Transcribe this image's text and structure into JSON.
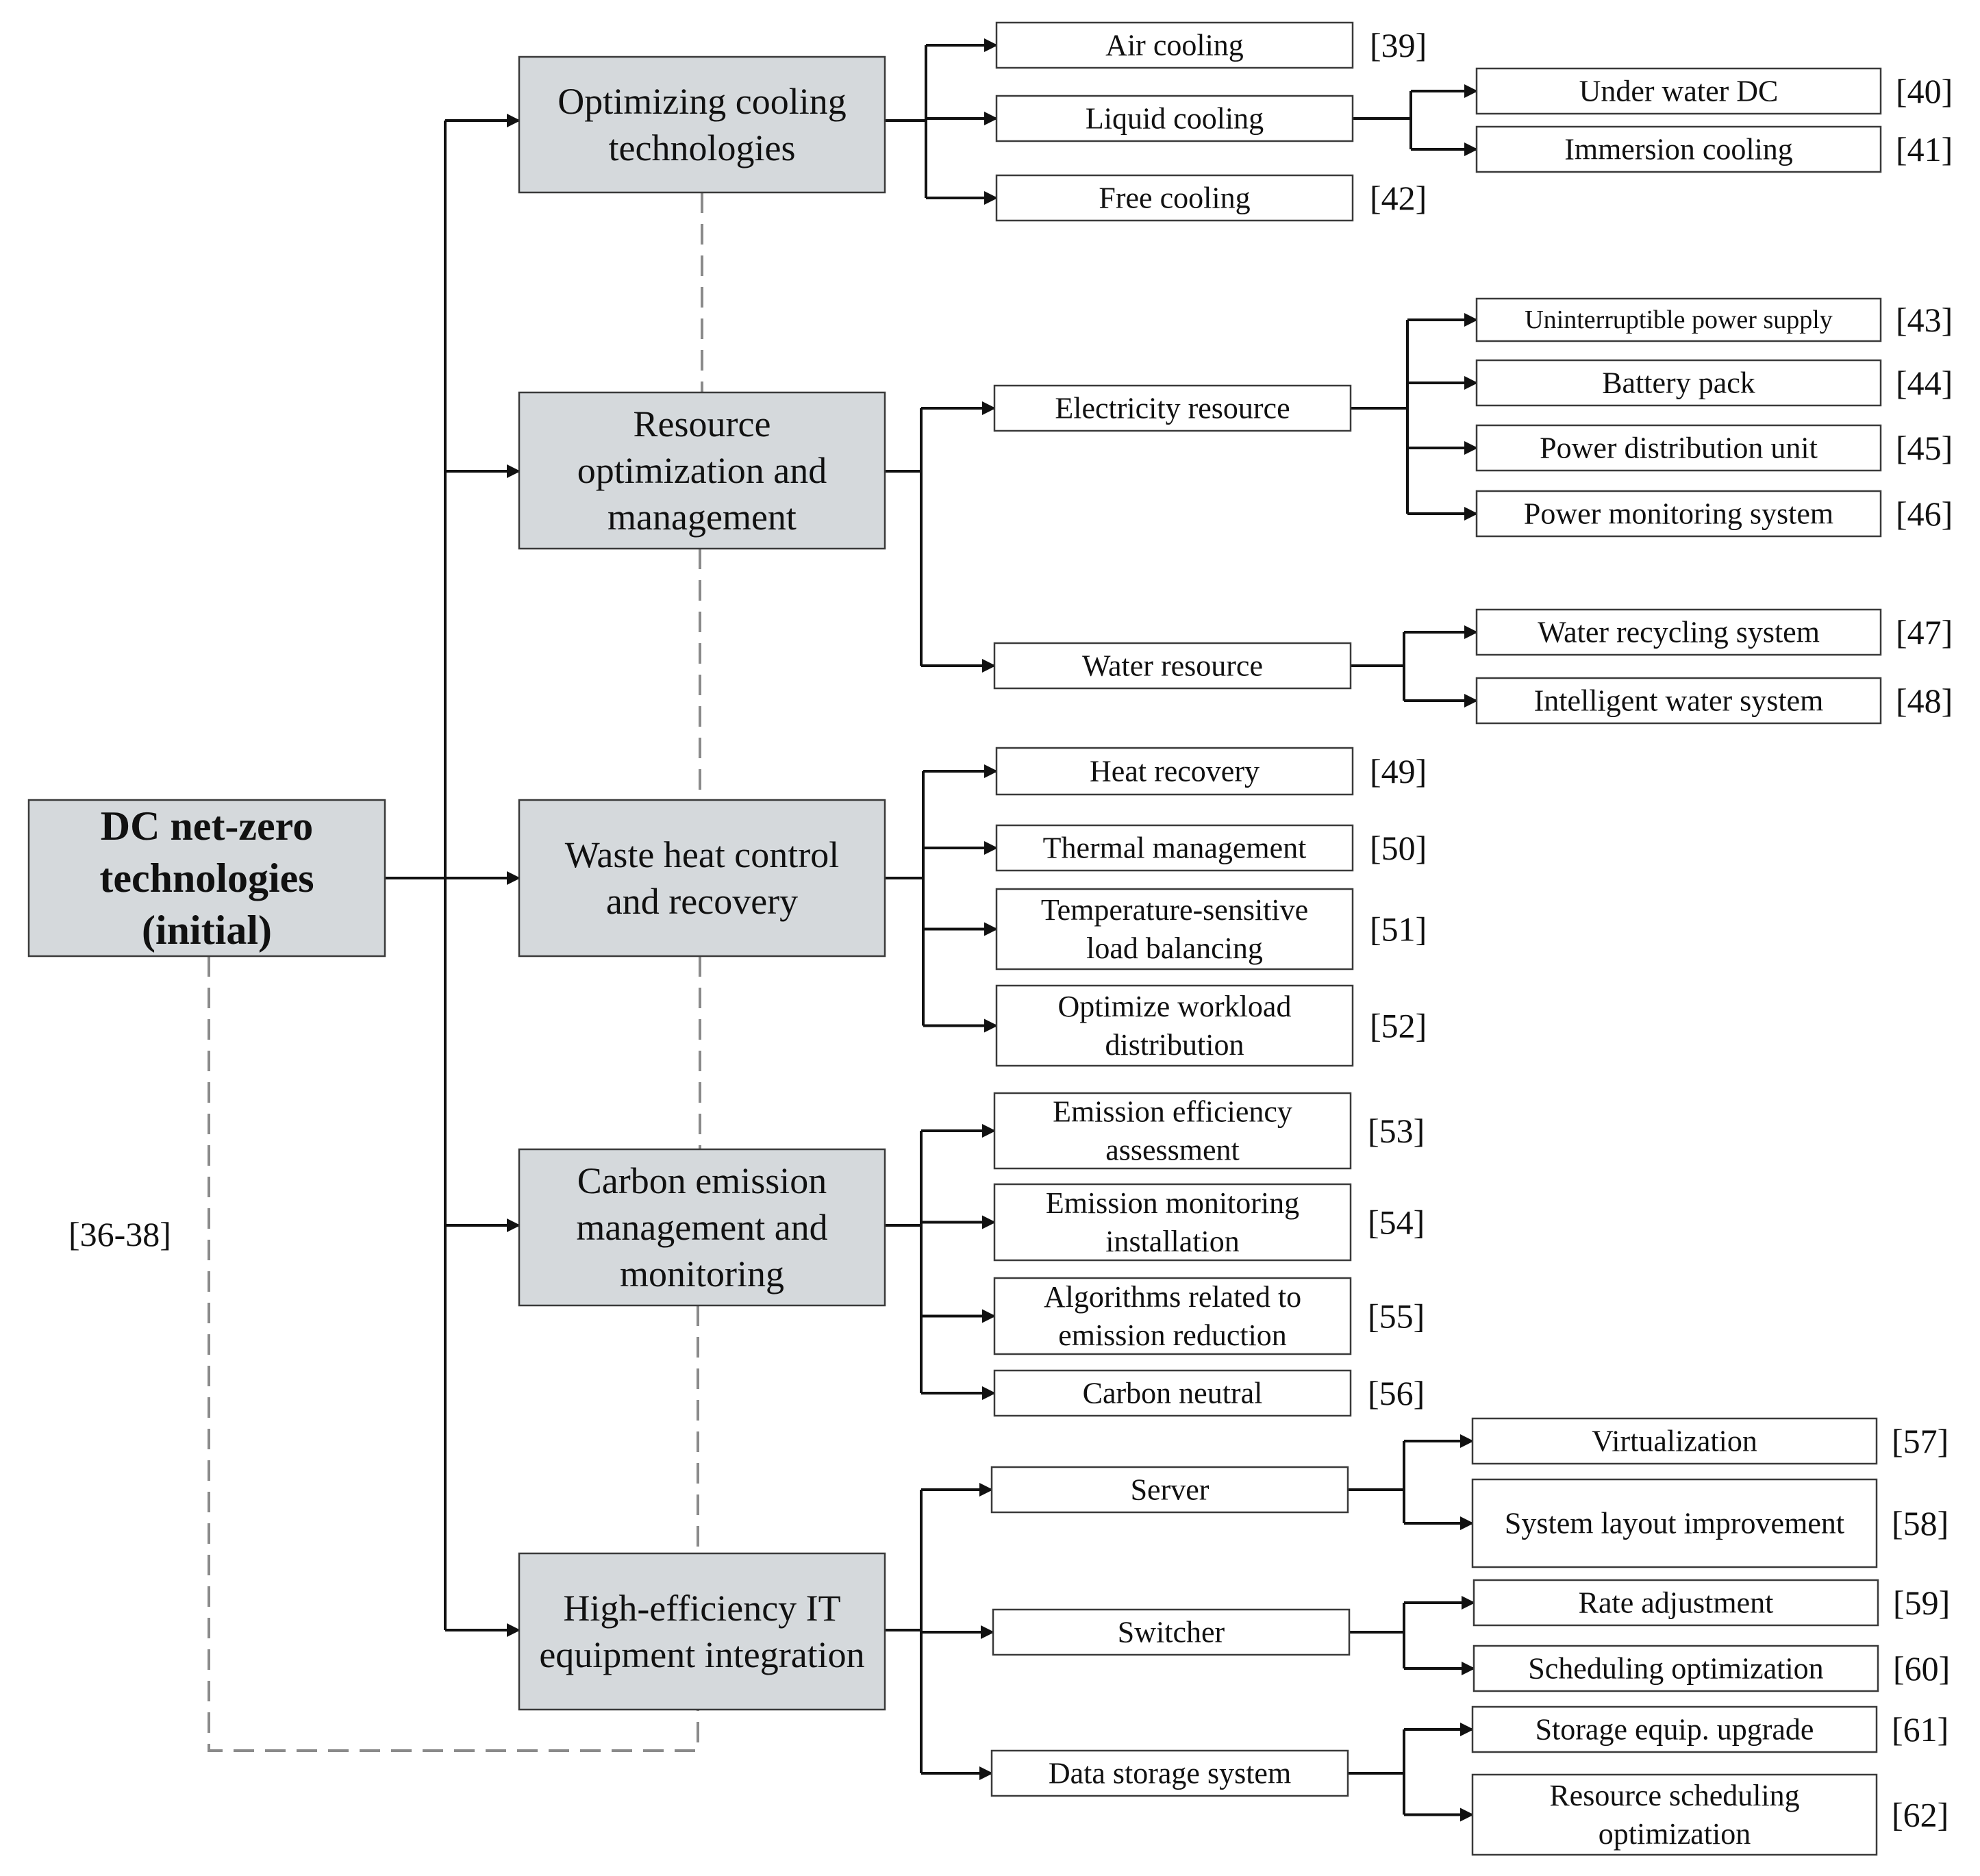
{
  "root": {
    "lines": [
      "DC net-zero",
      "technologies",
      "(initial)"
    ],
    "ref": "[36-38]"
  },
  "categories": [
    {
      "lines": [
        "Optimizing cooling",
        "technologies"
      ],
      "children": [
        {
          "lines": [
            "Air cooling"
          ],
          "ref": "[39]"
        },
        {
          "lines": [
            "Liquid cooling"
          ],
          "children": [
            {
              "lines": [
                "Under water DC"
              ],
              "ref": "[40]"
            },
            {
              "lines": [
                "Immersion cooling"
              ],
              "ref": "[41]"
            }
          ]
        },
        {
          "lines": [
            "Free cooling"
          ],
          "ref": "[42]"
        }
      ]
    },
    {
      "lines": [
        "Resource",
        "optimization and",
        "management"
      ],
      "children": [
        {
          "lines": [
            "Electricity resource"
          ],
          "children": [
            {
              "lines": [
                "Uninterruptible power supply"
              ],
              "ref": "[43]"
            },
            {
              "lines": [
                "Battery pack"
              ],
              "ref": "[44]"
            },
            {
              "lines": [
                "Power distribution unit"
              ],
              "ref": "[45]"
            },
            {
              "lines": [
                "Power monitoring system"
              ],
              "ref": "[46]"
            }
          ]
        },
        {
          "lines": [
            "Water resource"
          ],
          "children": [
            {
              "lines": [
                "Water recycling system"
              ],
              "ref": "[47]"
            },
            {
              "lines": [
                "Intelligent water system"
              ],
              "ref": "[48]"
            }
          ]
        }
      ]
    },
    {
      "lines": [
        "Waste heat control",
        "and recovery"
      ],
      "children": [
        {
          "lines": [
            "Heat recovery"
          ],
          "ref": "[49]"
        },
        {
          "lines": [
            "Thermal management"
          ],
          "ref": "[50]"
        },
        {
          "lines": [
            "Temperature-sensitive",
            "load balancing"
          ],
          "ref": "[51]"
        },
        {
          "lines": [
            "Optimize workload",
            "distribution"
          ],
          "ref": "[52]"
        }
      ]
    },
    {
      "lines": [
        "Carbon emission",
        "management and",
        "monitoring"
      ],
      "children": [
        {
          "lines": [
            "Emission efficiency",
            "assessment"
          ],
          "ref": "[53]"
        },
        {
          "lines": [
            "Emission monitoring",
            "installation"
          ],
          "ref": "[54]"
        },
        {
          "lines": [
            "Algorithms related to",
            "emission reduction"
          ],
          "ref": "[55]"
        },
        {
          "lines": [
            "Carbon neutral"
          ],
          "ref": "[56]"
        }
      ]
    },
    {
      "lines": [
        "High-efficiency IT",
        "equipment integration"
      ],
      "children": [
        {
          "lines": [
            "Server"
          ],
          "children": [
            {
              "lines": [
                "Virtualization"
              ],
              "ref": "[57]"
            },
            {
              "lines": [
                "System layout improvement"
              ],
              "ref": "[58]"
            }
          ]
        },
        {
          "lines": [
            "Switcher"
          ],
          "children": [
            {
              "lines": [
                "Rate adjustment"
              ],
              "ref": "[59]"
            },
            {
              "lines": [
                "Scheduling optimization"
              ],
              "ref": "[60]"
            }
          ]
        },
        {
          "lines": [
            "Data storage system"
          ],
          "children": [
            {
              "lines": [
                "Storage equip. upgrade"
              ],
              "ref": "[61]"
            },
            {
              "lines": [
                "Resource scheduling",
                "optimization"
              ],
              "ref": "[62]"
            }
          ]
        }
      ]
    }
  ]
}
